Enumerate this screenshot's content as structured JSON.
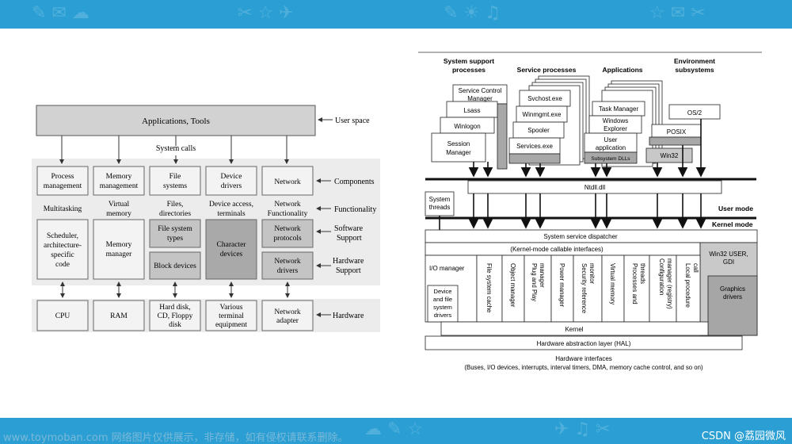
{
  "watermark": {
    "left": "www.toymoban.com 网络图片仅供展示，非存储，如有侵权请联系删除。",
    "right": "CSDN @荔园微风"
  },
  "linux": {
    "apps": "Applications, Tools",
    "user_space": "User space",
    "system_calls": "System calls",
    "components_label": "Components",
    "functionality_label": "Functionality",
    "software_support": [
      "Software",
      "Support"
    ],
    "hardware_support": [
      "Hardware",
      "Support"
    ],
    "hardware_label": "Hardware",
    "columns": [
      {
        "component": [
          "Process",
          "management"
        ],
        "function": [
          "Multitasking"
        ],
        "impl": [
          "Scheduler,",
          "architecture-",
          "specific",
          "code"
        ],
        "hw": [
          "CPU"
        ]
      },
      {
        "component": [
          "Memory",
          "management"
        ],
        "function": [
          "Virtual",
          "memory"
        ],
        "impl": [
          "Memory",
          "manager"
        ],
        "hw": [
          "RAM"
        ]
      },
      {
        "component": [
          "File",
          "systems"
        ],
        "function": [
          "Files,",
          "directories"
        ],
        "impl_top": [
          "File system",
          "types"
        ],
        "impl_bottom": [
          "Block devices"
        ],
        "hw": [
          "Hard disk,",
          "CD, Floppy",
          "disk"
        ]
      },
      {
        "component": [
          "Device",
          "drivers"
        ],
        "function": [
          "Device access,",
          "terminals"
        ],
        "impl": [
          "Character",
          "devices"
        ],
        "hw": [
          "Various",
          "terminal",
          "equipment"
        ]
      },
      {
        "component": [
          "Network"
        ],
        "function": [
          "Network",
          "Functionality"
        ],
        "impl_top": [
          "Network",
          "protocols"
        ],
        "impl_bottom": [
          "Network",
          "drivers"
        ],
        "hw": [
          "Network",
          "adapter"
        ]
      }
    ]
  },
  "windows": {
    "headers": {
      "support": [
        "System support",
        "processes"
      ],
      "service": [
        "Service processes"
      ],
      "apps": [
        "Applications"
      ],
      "env": [
        "Environment",
        "subsystems"
      ]
    },
    "support_boxes": [
      "Service Control",
      "Manager",
      "Lsass",
      "Winlogon",
      "Session",
      "Manager"
    ],
    "service_boxes": [
      "Svchost.exe",
      "Winmgmt.exe",
      "Spooler",
      "Services.exe"
    ],
    "app_boxes": [
      "Task Manager",
      "Windows",
      "Explorer",
      "User",
      "application"
    ],
    "subsystem_dlls": "Subsystem DLLs",
    "env_boxes": [
      "OS/2",
      "POSIX",
      "Win32"
    ],
    "ntdll": "Ntdll.dll",
    "system_threads": [
      "System",
      "threads"
    ],
    "user_mode": "User mode",
    "kernel_mode": "Kernel mode",
    "dispatcher": "System service dispatcher",
    "callable": "(Kernel-mode callable interfaces)",
    "win32_user": [
      "Win32 USER,",
      "GDI"
    ],
    "graphics": [
      "Graphics",
      "drivers"
    ],
    "io_manager": "I/O manager",
    "device_drivers": [
      "Device",
      "and file",
      "system",
      "drivers"
    ],
    "vertical": [
      [
        "File system cache"
      ],
      [
        "Object manager"
      ],
      [
        "Plug and Play",
        "manager"
      ],
      [
        "Power manager"
      ],
      [
        "Security reference",
        "monitor"
      ],
      [
        "Virtual memory"
      ],
      [
        "Processes and",
        "threads"
      ],
      [
        "Configuration",
        "manager (registry)"
      ],
      [
        "Local procedure",
        "call"
      ]
    ],
    "kernel": "Kernel",
    "hal": "Hardware abstraction layer (HAL)",
    "hw_interfaces": "Hardware interfaces",
    "hw_detail": "(Buses, I/O devices, interrupts, interval timers, DMA, memory cache control, and so on)"
  }
}
